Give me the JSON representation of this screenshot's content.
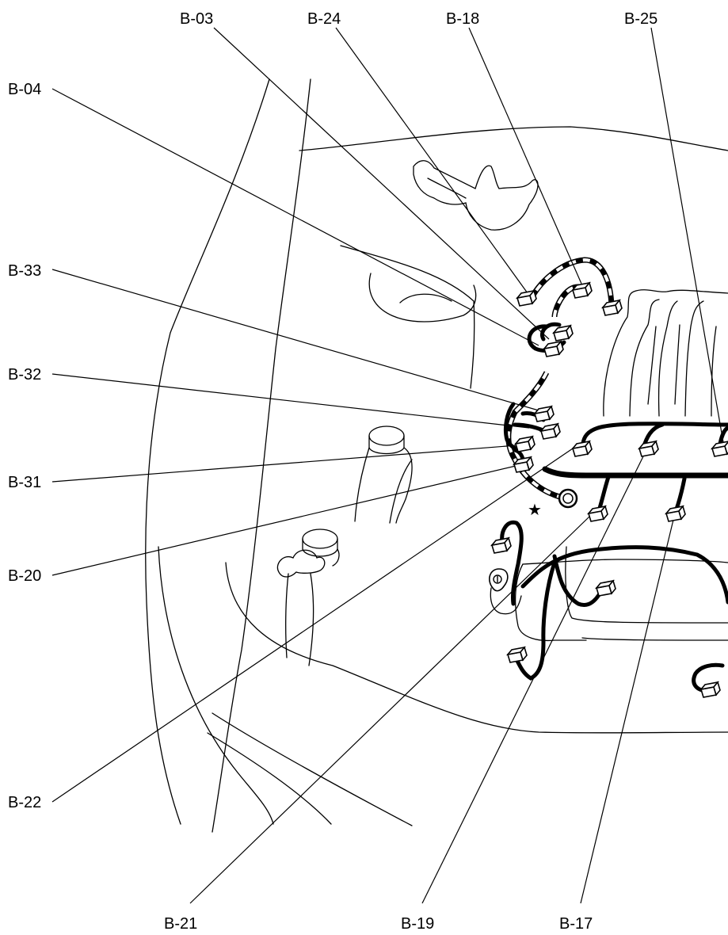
{
  "diagram": {
    "callouts": {
      "b03": "B-03",
      "b24": "B-24",
      "b18": "B-18",
      "b25": "B-25",
      "b04": "B-04",
      "b33": "B-33",
      "b32": "B-32",
      "b31": "B-31",
      "b20": "B-20",
      "b22": "B-22",
      "b21": "B-21",
      "b19": "B-19",
      "b17": "B-17"
    },
    "marker_symbol": "★",
    "colors": {
      "line": "#000000",
      "background": "#ffffff"
    }
  }
}
